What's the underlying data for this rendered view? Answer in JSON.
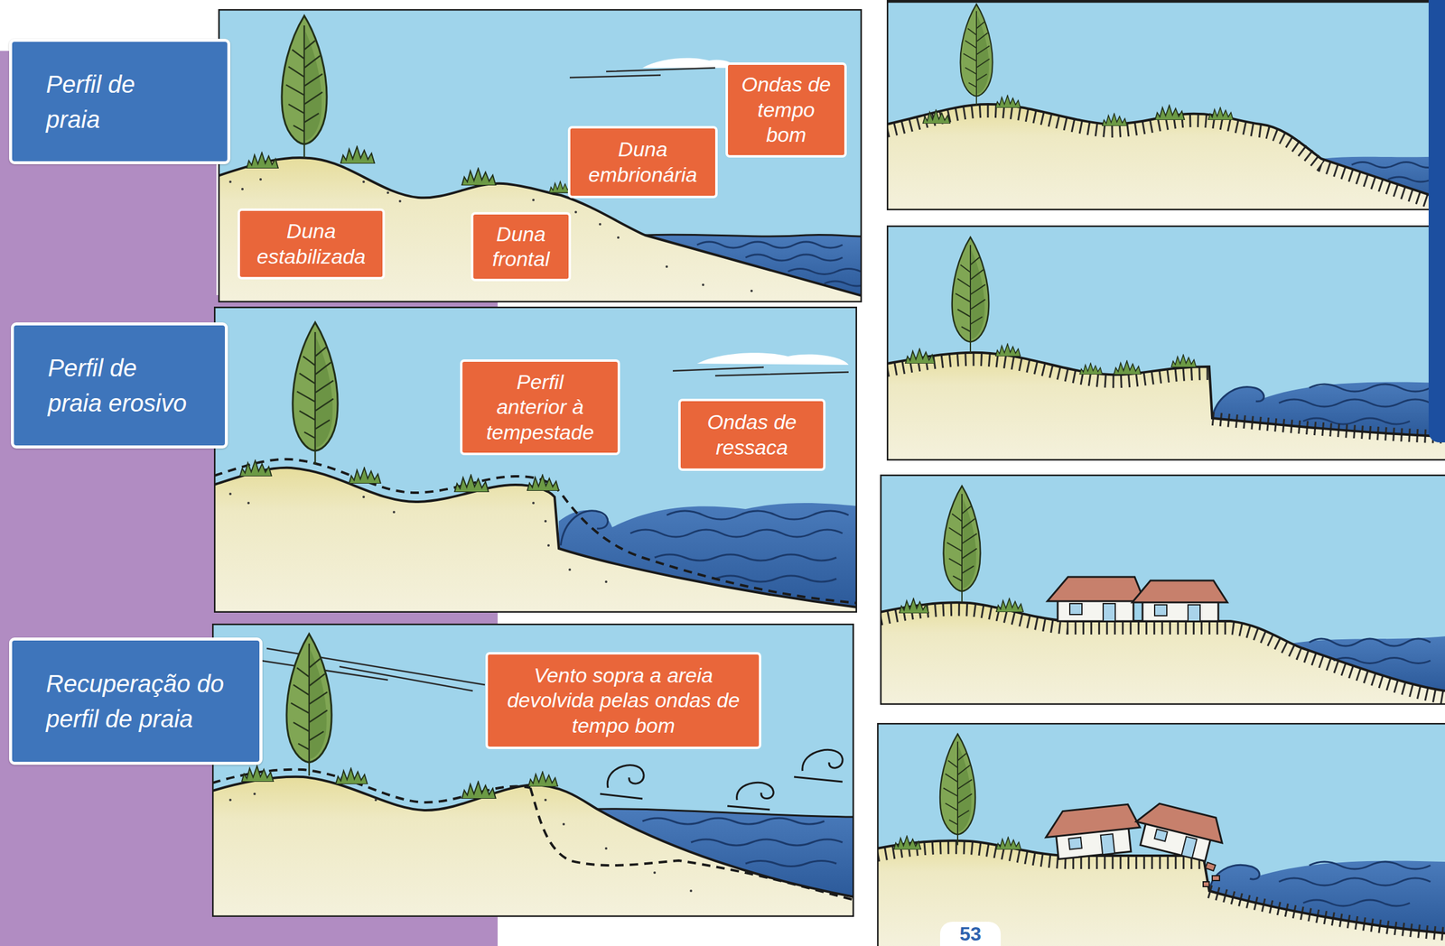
{
  "diagram": {
    "nodes": [
      {
        "text": [
          "Perfil de praia"
        ]
      },
      {
        "text": [
          "Duna estabilizada"
        ]
      },
      {
        "text": [
          "Duna frontal"
        ]
      },
      {
        "text": [
          "Duna embrionária"
        ]
      },
      {
        "text": [
          "Ondas de tempo bom"
        ]
      },
      {
        "text": [
          "Perfil de praia erosivo"
        ]
      },
      {
        "text": [
          "Perfil anterior à tempestade"
        ]
      },
      {
        "text": [
          "Ondas de ressaca"
        ]
      },
      {
        "text": [
          "Recuperação do perfil de praia"
        ]
      },
      {
        "text": [
          "Vento sopra a areia devolvida pelas ondas de tempo bom"
        ]
      }
    ],
    "labels": [
      "53"
    ]
  }
}
